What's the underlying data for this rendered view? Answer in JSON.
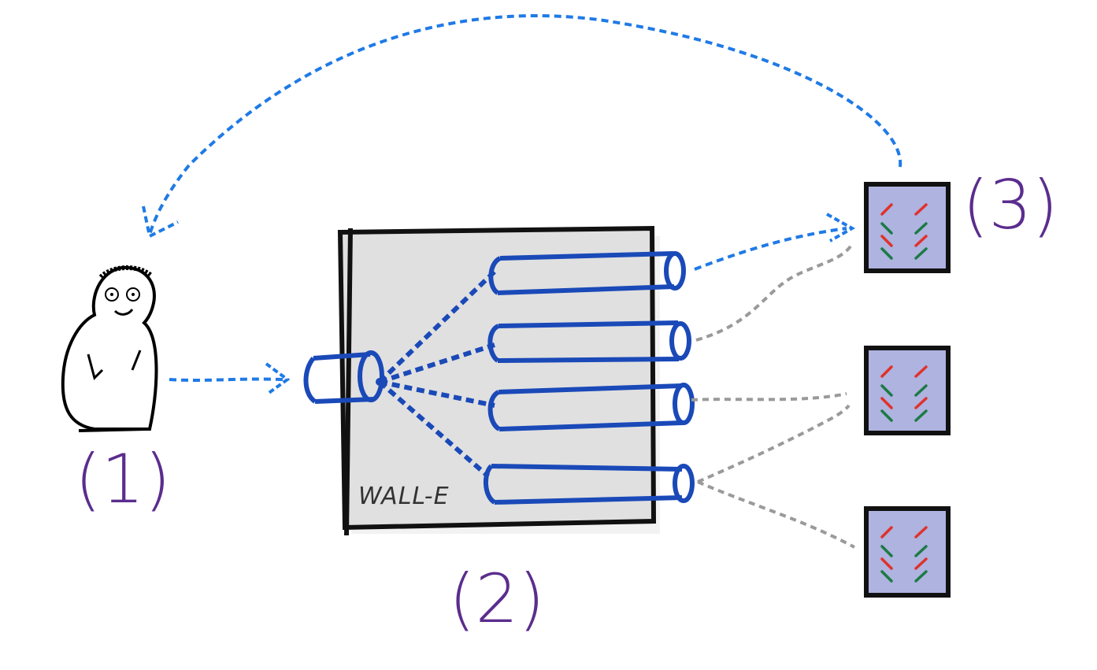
{
  "diagram": {
    "labels": {
      "user": "(1)",
      "wall_e": "(2)",
      "target": "(3)"
    },
    "wall_e_text": "WALL-E",
    "colors": {
      "flow_arrow": "#1f7ae6",
      "inactive_link": "#9a9a9a",
      "pipe": "#1a49b8",
      "box_fill": "#e0e0e0",
      "server_fill": "#aeb3e0",
      "label_color": "#5b2d8e",
      "stripe_red": "#e0322b",
      "stripe_green": "#1d7a45"
    },
    "icons": {
      "user": "stick-person-icon",
      "server": "server-panel-icon",
      "pipe": "pipe-cylinder-icon"
    }
  }
}
